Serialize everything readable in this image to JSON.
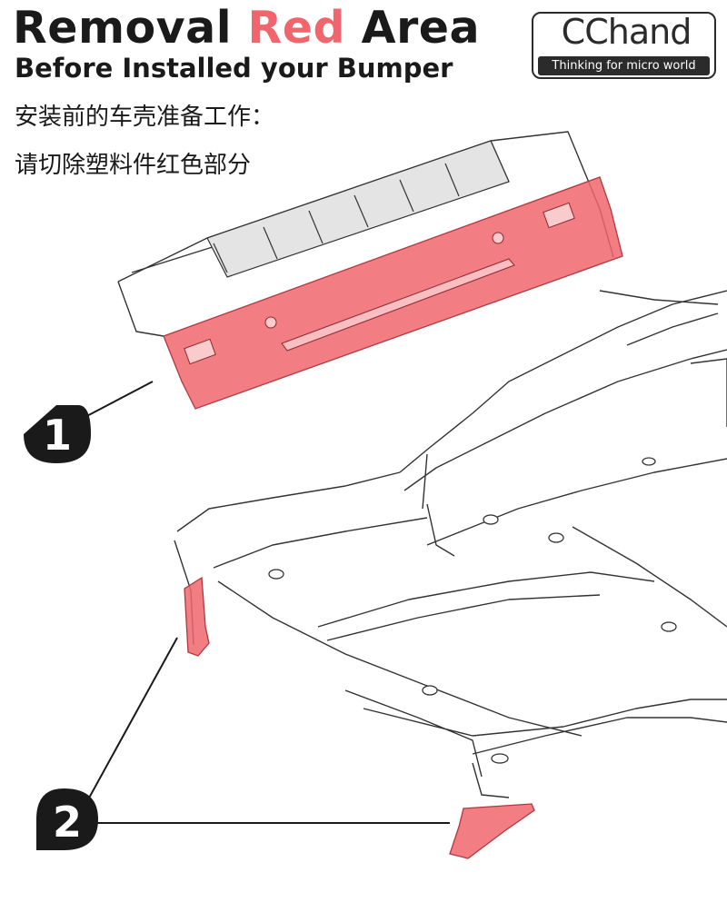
{
  "header": {
    "title_pre": "Removal ",
    "title_red": "Red",
    "title_post": " Area",
    "subtitle": "Before Installed your Bumper",
    "cn_line1": "安装前的车壳准备工作：",
    "cn_line2": "请切除塑料件红色部分"
  },
  "logo": {
    "wordmark": "CChand",
    "tagline": "Thinking for micro world"
  },
  "callouts": [
    {
      "number": "1"
    },
    {
      "number": "2"
    }
  ],
  "colors": {
    "highlight": "#f0666c",
    "ink": "#1a1a1a",
    "line": "#2b2b2b"
  }
}
